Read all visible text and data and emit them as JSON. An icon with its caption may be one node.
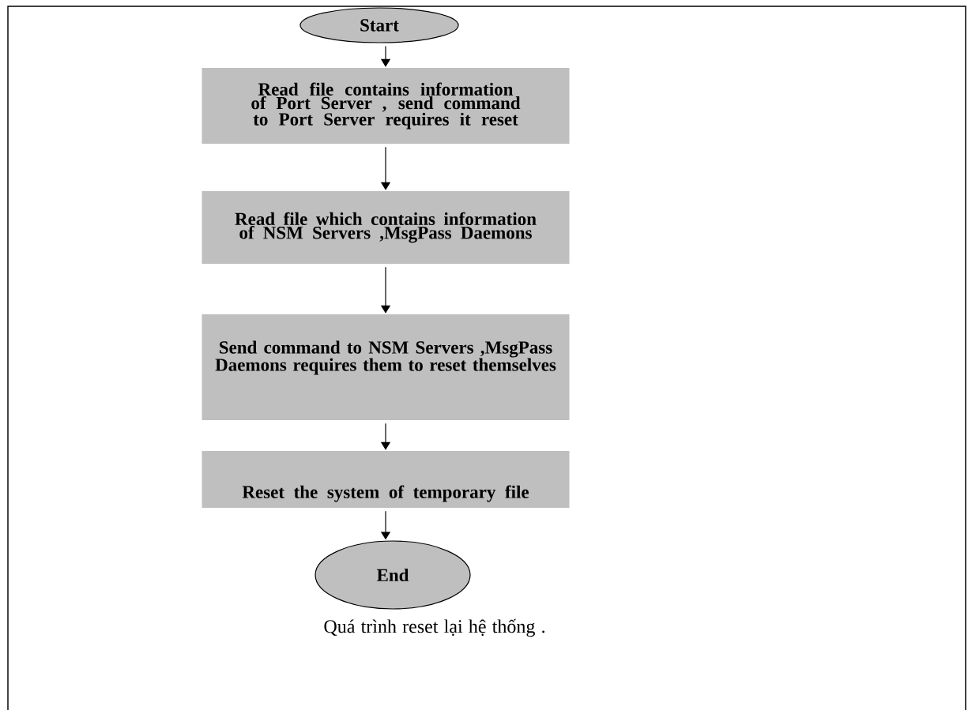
{
  "diagram": {
    "caption": "Quá trình reset lại hệ thống .",
    "nodes": [
      {
        "text": [
          "Start"
        ]
      },
      {
        "text": [
          "Read  file contains information of Port Server , send command to Port Server requires it reset"
        ]
      },
      {
        "text": [
          "Read  file which contains information of NSM Servers ,MsgPass Daemons"
        ]
      },
      {
        "text": [
          "Send command to NSM Servers ,MsgPass Daemons requires them to reset themselves"
        ]
      },
      {
        "text": [
          "Reset the system of temporary file"
        ]
      },
      {
        "text": [
          "End"
        ]
      }
    ],
    "edges": [
      {
        "from": 0,
        "to": 1,
        "arrow": "to"
      },
      {
        "from": 1,
        "to": 2,
        "arrow": "to"
      },
      {
        "from": 2,
        "to": 3,
        "arrow": "to"
      },
      {
        "from": 3,
        "to": 4,
        "arrow": "to"
      },
      {
        "from": 4,
        "to": 5,
        "arrow": "to"
      }
    ]
  }
}
